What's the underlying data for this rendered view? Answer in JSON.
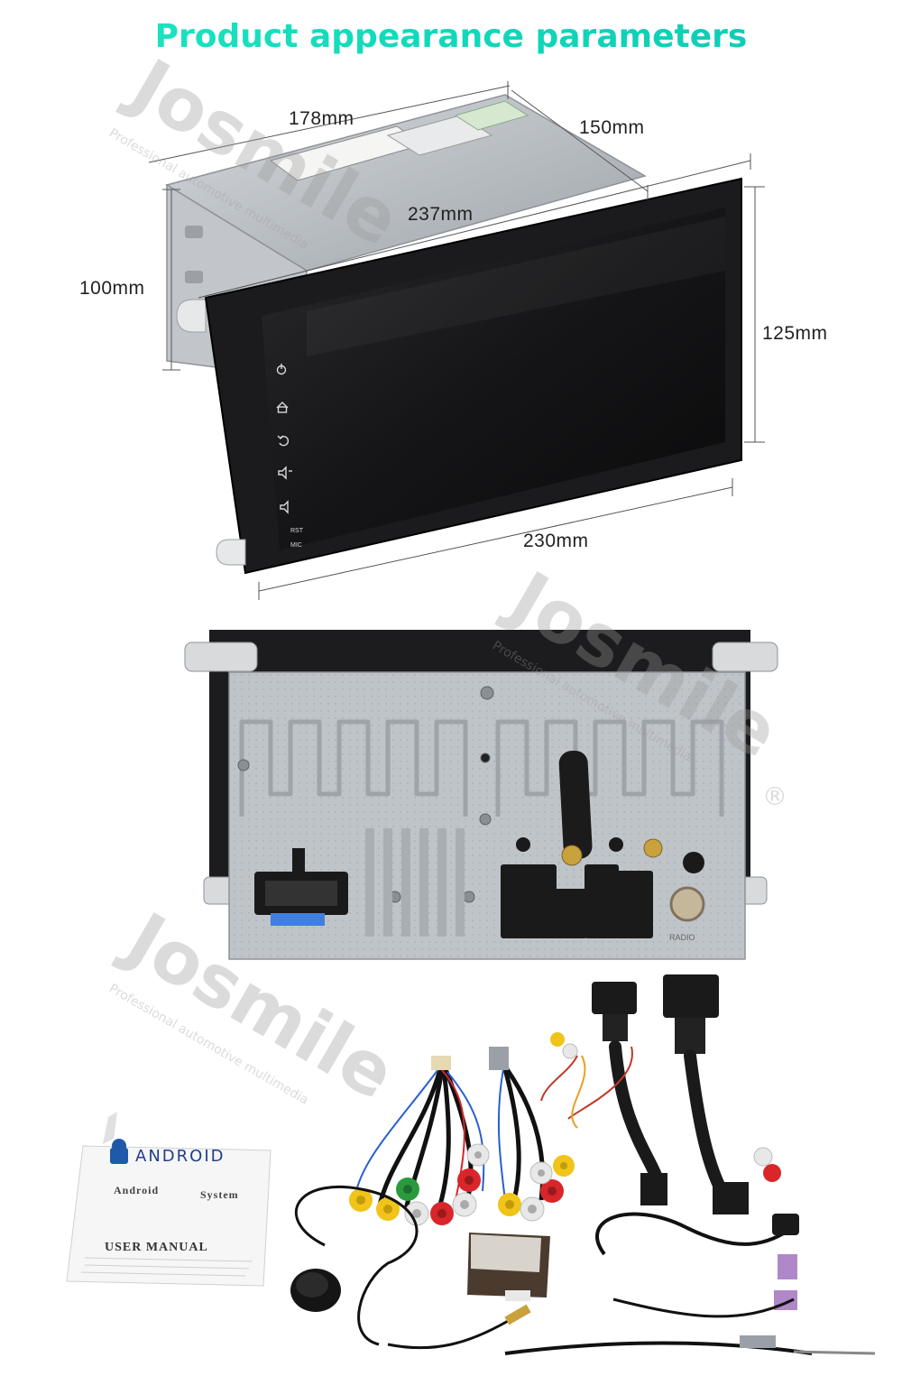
{
  "title": "Product appearance parameters",
  "dimensions": {
    "depth": "178mm",
    "chassis_width": "150mm",
    "front_width": "237mm",
    "chassis_height": "100mm",
    "front_height": "125mm",
    "screen_width": "230mm"
  },
  "head_unit": {
    "front_labels": {
      "rst": "RST",
      "mic": "MIC"
    },
    "side_buttons": [
      "power-icon",
      "home-icon",
      "back-icon",
      "volume-up-icon",
      "volume-down-icon"
    ]
  },
  "rear_panel": {
    "label": "RADIO"
  },
  "watermark": {
    "brand": "Josmile",
    "tagline": "Professional automotive multimedia",
    "mark": "®"
  },
  "manual": {
    "logo": "ANDROID",
    "line1": "Android",
    "line2": "System",
    "heading": "USER MANUAL"
  },
  "colors": {
    "title_gradient_start": "#1de8c2",
    "title_gradient_end": "#0fc7b3",
    "bezel": "#1b1b1d",
    "chassis": "#b8bdc3",
    "rca_yellow": "#f0c418",
    "rca_red": "#d8262b",
    "rca_white": "#e8e8e8",
    "rca_green": "#2b9a3e"
  }
}
